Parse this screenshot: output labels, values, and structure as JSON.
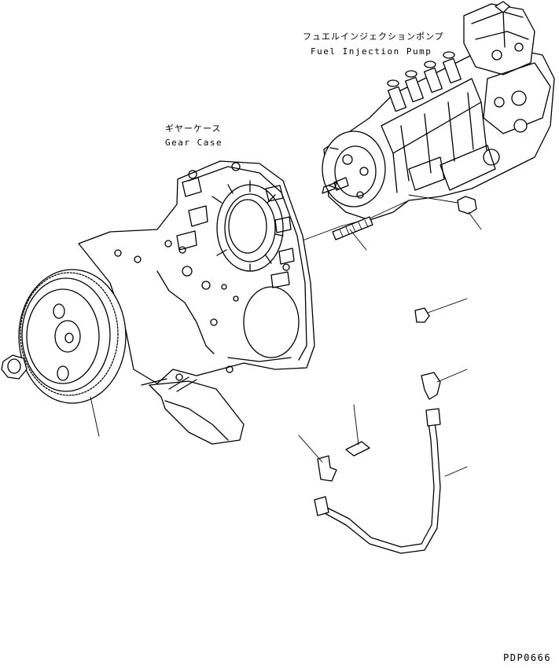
{
  "labels": {
    "pump_ja": "フュエルインジェクションポンプ",
    "pump_en": "Fuel Injection Pump",
    "gear_case_ja": "ギヤーケース",
    "gear_case_en": "Gear Case",
    "drawing_code": "PDP0666"
  }
}
